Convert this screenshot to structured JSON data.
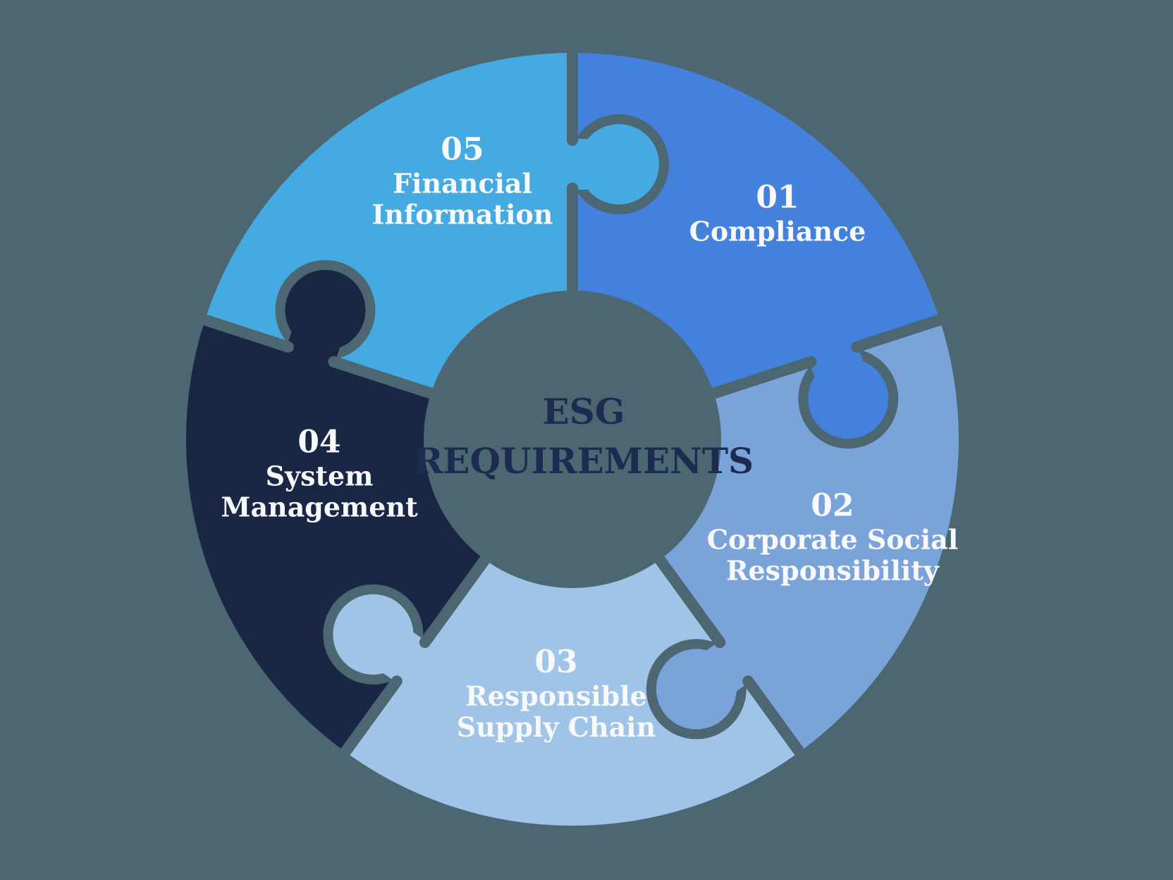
{
  "background_color": "#4C6772",
  "outline_color": "#4C6772",
  "center": {
    "title": "ESG REQUIREMENTS",
    "text_color": "#1C2C50"
  },
  "label_text_color": "#F7F8FA",
  "segments": [
    {
      "number": "01",
      "label": "Compliance",
      "color": "#4381DC"
    },
    {
      "number": "02",
      "label": "Corporate Social Responsibility",
      "color": "#79A3D9"
    },
    {
      "number": "03",
      "label": "Responsible Supply Chain",
      "color": "#A0C4E8"
    },
    {
      "number": "04",
      "label": "System Management",
      "color": "#1A2744"
    },
    {
      "number": "05",
      "label": "Financial Information",
      "color": "#45AAE1"
    }
  ]
}
